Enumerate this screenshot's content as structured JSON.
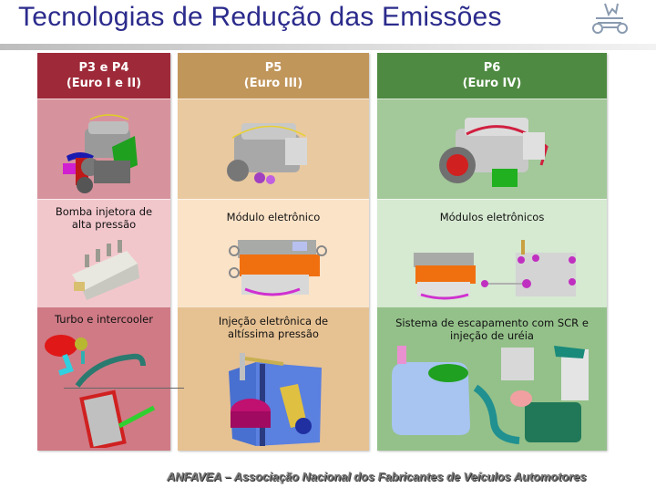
{
  "slide": {
    "title": "Tecnologias de Redução das Emissões",
    "icon": "truck-outline-icon",
    "footer": "ANFAVEA – Associação Nacional dos Fabricantes de Veículos Automotores"
  },
  "columns": [
    {
      "id": "p3p4",
      "header_line1": "P3 e P4",
      "header_line2": "(Euro I e II)",
      "colors": {
        "header": "#9e2a39",
        "row1": "#d7939d",
        "row2": "#f2c7cc",
        "row3": "#cf7a85"
      },
      "rows": [
        {
          "label": "",
          "image": "engine-icon"
        },
        {
          "label": "Bomba injetora de alta pressão",
          "image": "injection-pump-icon"
        },
        {
          "label": "Turbo e intercooler",
          "image": "turbo-intercooler-icon"
        }
      ]
    },
    {
      "id": "p5",
      "header_line1": "P5",
      "header_line2": "(Euro III)",
      "colors": {
        "header": "#c1965b",
        "row1": "#e9c9a0",
        "row2": "#fbe3c8",
        "row3": "#e6c192"
      },
      "rows": [
        {
          "label": "",
          "image": "engine-icon"
        },
        {
          "label": "Módulo eletrônico",
          "image": "electronic-module-icon"
        },
        {
          "label": "Injeção eletrônica de altíssima pressão",
          "image": "injector-piston-icon"
        }
      ]
    },
    {
      "id": "p6",
      "header_line1": "P6",
      "header_line2": "(Euro IV)",
      "colors": {
        "header": "#4e8a41",
        "row1": "#a3c89a",
        "row2": "#d6e9d1",
        "row3": "#94c18a"
      },
      "rows": [
        {
          "label": "",
          "image": "engine-icon"
        },
        {
          "label": "Módulos eletrônicos",
          "image": "electronic-modules-icon"
        },
        {
          "label": "Sistema de escapamento com SCR e injeção de uréia",
          "image": "scr-exhaust-urea-icon"
        }
      ]
    }
  ]
}
